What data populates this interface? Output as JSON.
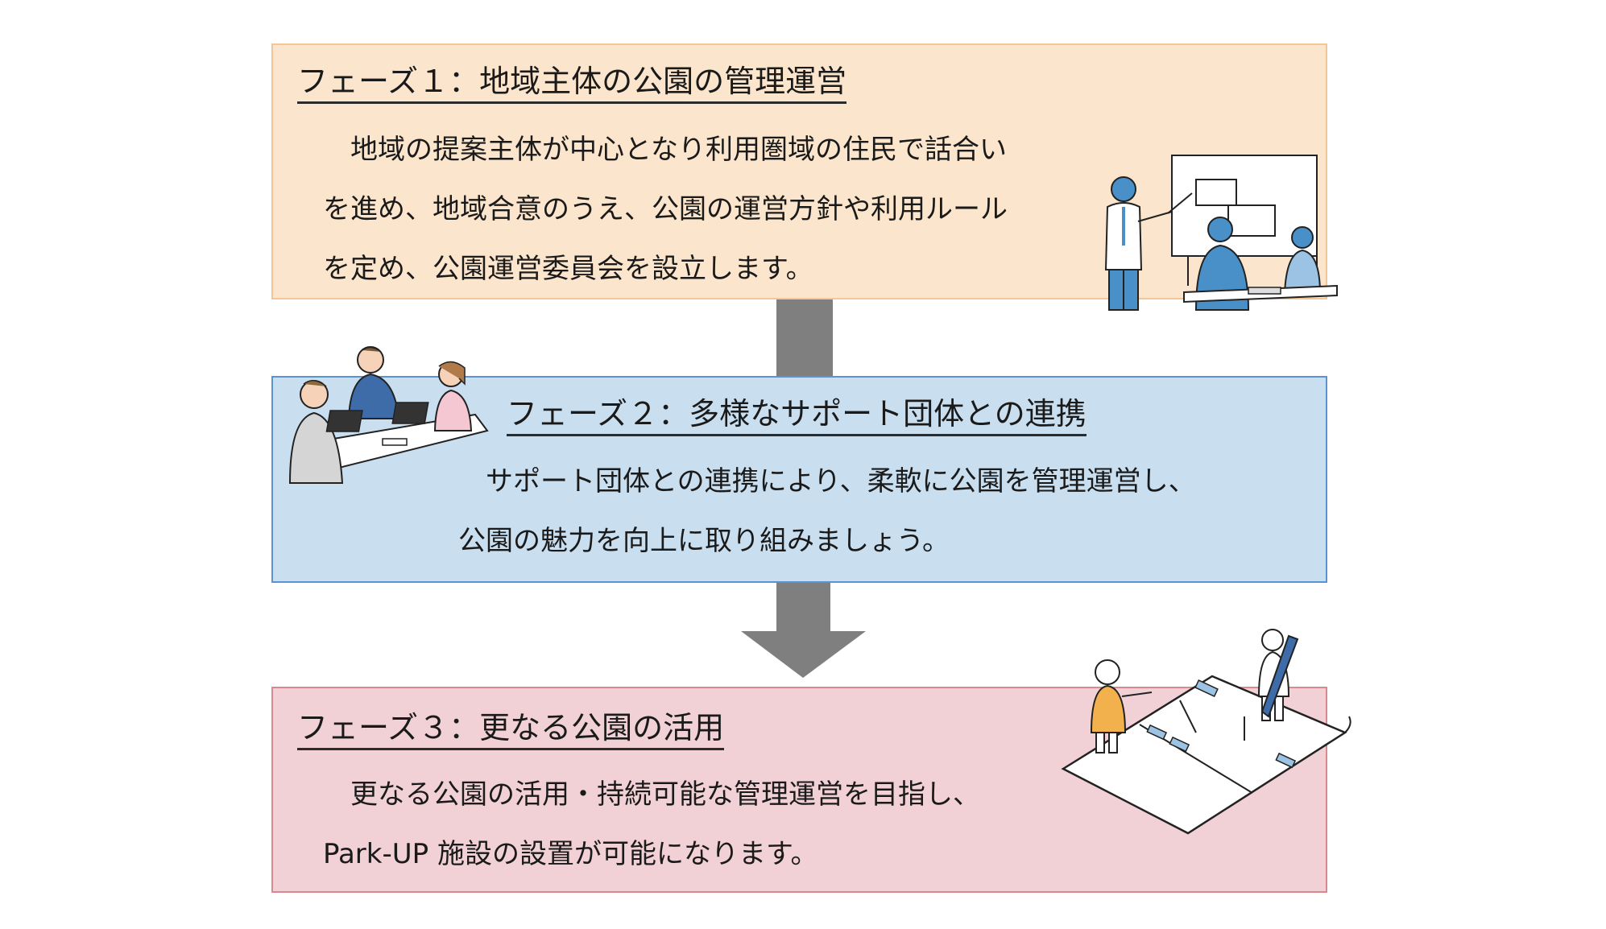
{
  "phases": [
    {
      "title": "フェーズ１：地域主体の公園の管理運営",
      "body": "　地域の提案主体が中心となり利用圏域の住民で話合い\nを進め、地域合意のうえ、公園の運営方針や利用ルール\nを定め、公園運営委員会を設立します。"
    },
    {
      "title": "フェーズ２：多様なサポート団体との連携",
      "body": "　サポート団体との連携により、柔軟に公園を管理運営し、\n公園の魅力を向上に取り組みましょう。"
    },
    {
      "title": "フェーズ３：更なる公園の活用",
      "body": "　更なる公園の活用・持続可能な管理運営を目指し、\nPark-UP 施設の設置が可能になります。"
    }
  ],
  "colors": {
    "phase1_fill": "#fbe5cc",
    "phase2_fill": "#c9dff0",
    "phase3_fill": "#f1d0d6",
    "arrow": "#7f7f7f",
    "figure_blue": "#4a90c8"
  },
  "icons": [
    "presentation-meeting-illustration",
    "team-discussion-illustration",
    "park-planning-illustration",
    "down-arrow-icon"
  ]
}
